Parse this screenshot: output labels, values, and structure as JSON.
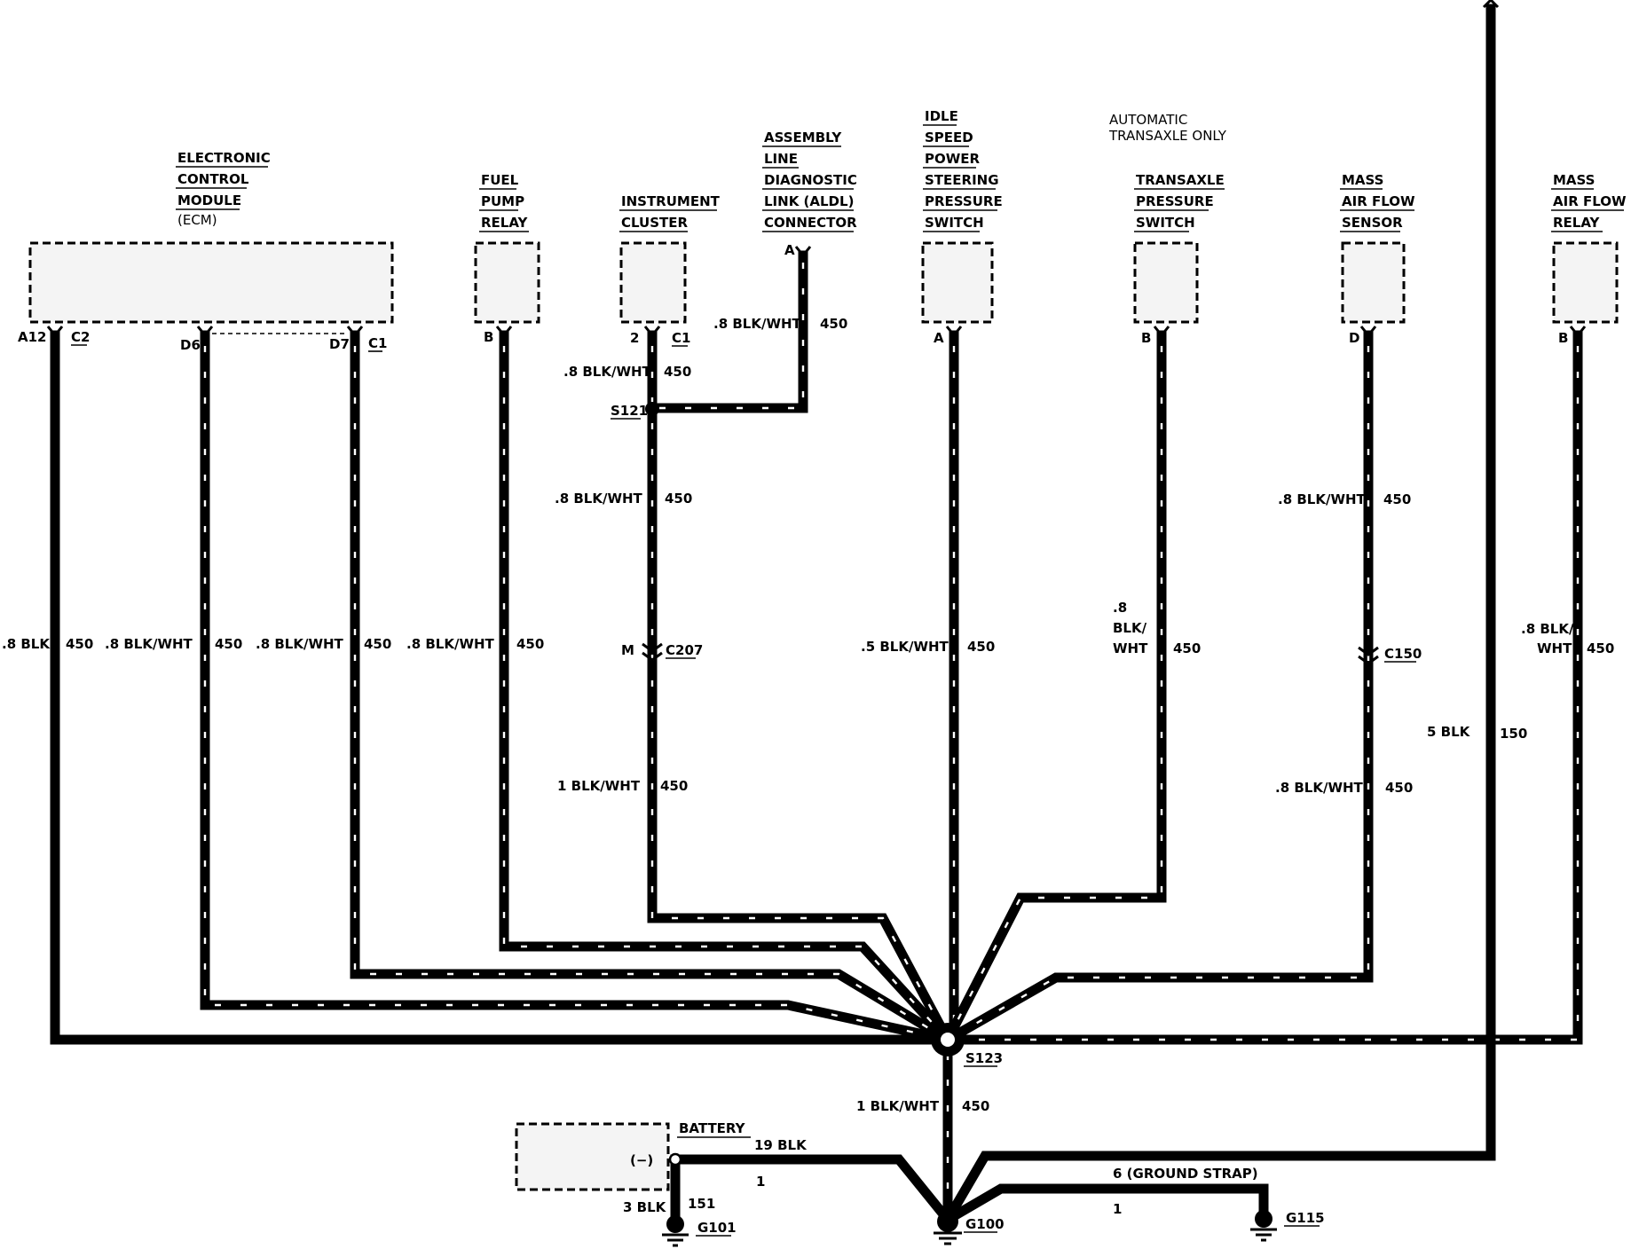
{
  "components": {
    "ecm": [
      "ELECTRONIC",
      "CONTROL",
      "MODULE"
    ],
    "ecm_abbrev": "(ECM)",
    "fuel_pump_relay": [
      "FUEL",
      "PUMP",
      "RELAY"
    ],
    "instrument_cluster": [
      "INSTRUMENT",
      "CLUSTER"
    ],
    "aldl": [
      "ASSEMBLY",
      "LINE",
      "DIAGNOSTIC",
      "LINK (ALDL)",
      "CONNECTOR"
    ],
    "idle_switch": [
      "IDLE",
      "SPEED",
      "POWER",
      "STEERING",
      "PRESSURE",
      "SWITCH"
    ],
    "auto_note": [
      "AUTOMATIC",
      "TRANSAXLE ONLY"
    ],
    "transaxle_switch": [
      "TRANSAXLE",
      "PRESSURE",
      "SWITCH"
    ],
    "maf_sensor": [
      "MASS",
      "AIR FLOW",
      "SENSOR"
    ],
    "maf_relay": [
      "MASS",
      "AIR FLOW",
      "RELAY"
    ],
    "battery": "BATTERY",
    "battery_terminal": "(−)"
  },
  "pins": {
    "ecm_a12": "A12",
    "ecm_c2": "C2",
    "ecm_d6": "D6",
    "ecm_d7": "D7",
    "ecm_c1": "C1",
    "fpr_b": "B",
    "ic_2": "2",
    "ic_c1": "C1",
    "aldl_a": "A",
    "idle_a": "A",
    "tps_b": "B",
    "maf_d": "D",
    "mafr_b": "B",
    "c207_m": "M"
  },
  "wires": {
    "w_ecm_a12": {
      "color": ".8 BLK",
      "circuit": "450"
    },
    "w_ecm_d6": {
      "color": ".8 BLK/WHT",
      "circuit": "450"
    },
    "w_ecm_d7": {
      "color": ".8 BLK/WHT",
      "circuit": "450"
    },
    "w_fpr": {
      "color": ".8 BLK/WHT",
      "circuit": "450"
    },
    "w_ic_top": {
      "color": ".8 BLK/WHT",
      "circuit": "450"
    },
    "w_aldl": {
      "color": ".8 BLK/WHT",
      "circuit": "450"
    },
    "w_ic_mid": {
      "color": ".8 BLK/WHT",
      "circuit": "450"
    },
    "w_ic_low": {
      "color": "1 BLK/WHT",
      "circuit": "450"
    },
    "w_idle": {
      "color": ".5 BLK/WHT",
      "circuit": "450"
    },
    "w_tps": {
      "color_lines": [
        ".8",
        "BLK/",
        "WHT"
      ],
      "circuit": "450"
    },
    "w_maf_top": {
      "color": ".8 BLK/WHT",
      "circuit": "450"
    },
    "w_maf_low": {
      "color": ".8 BLK/WHT",
      "circuit": "450"
    },
    "w_mafr": {
      "color_lines": [
        ".8 BLK/",
        "WHT"
      ],
      "circuit": "450"
    },
    "w_right": {
      "color": "5 BLK",
      "circuit": "150"
    },
    "w_s123": {
      "color": "1 BLK/WHT",
      "circuit": "450"
    },
    "w_batt": {
      "color": "19 BLK",
      "circuit": "1"
    },
    "w_g101": {
      "color": "3 BLK",
      "circuit": "151"
    },
    "w_strap": {
      "color": "6 (GROUND STRAP)",
      "circuit": "1"
    }
  },
  "splices": {
    "s121": "S121",
    "s123": "S123"
  },
  "connectors": {
    "c207": "C207",
    "c150": "C150"
  },
  "grounds": {
    "g100": "G100",
    "g101": "G101",
    "g115": "G115"
  }
}
